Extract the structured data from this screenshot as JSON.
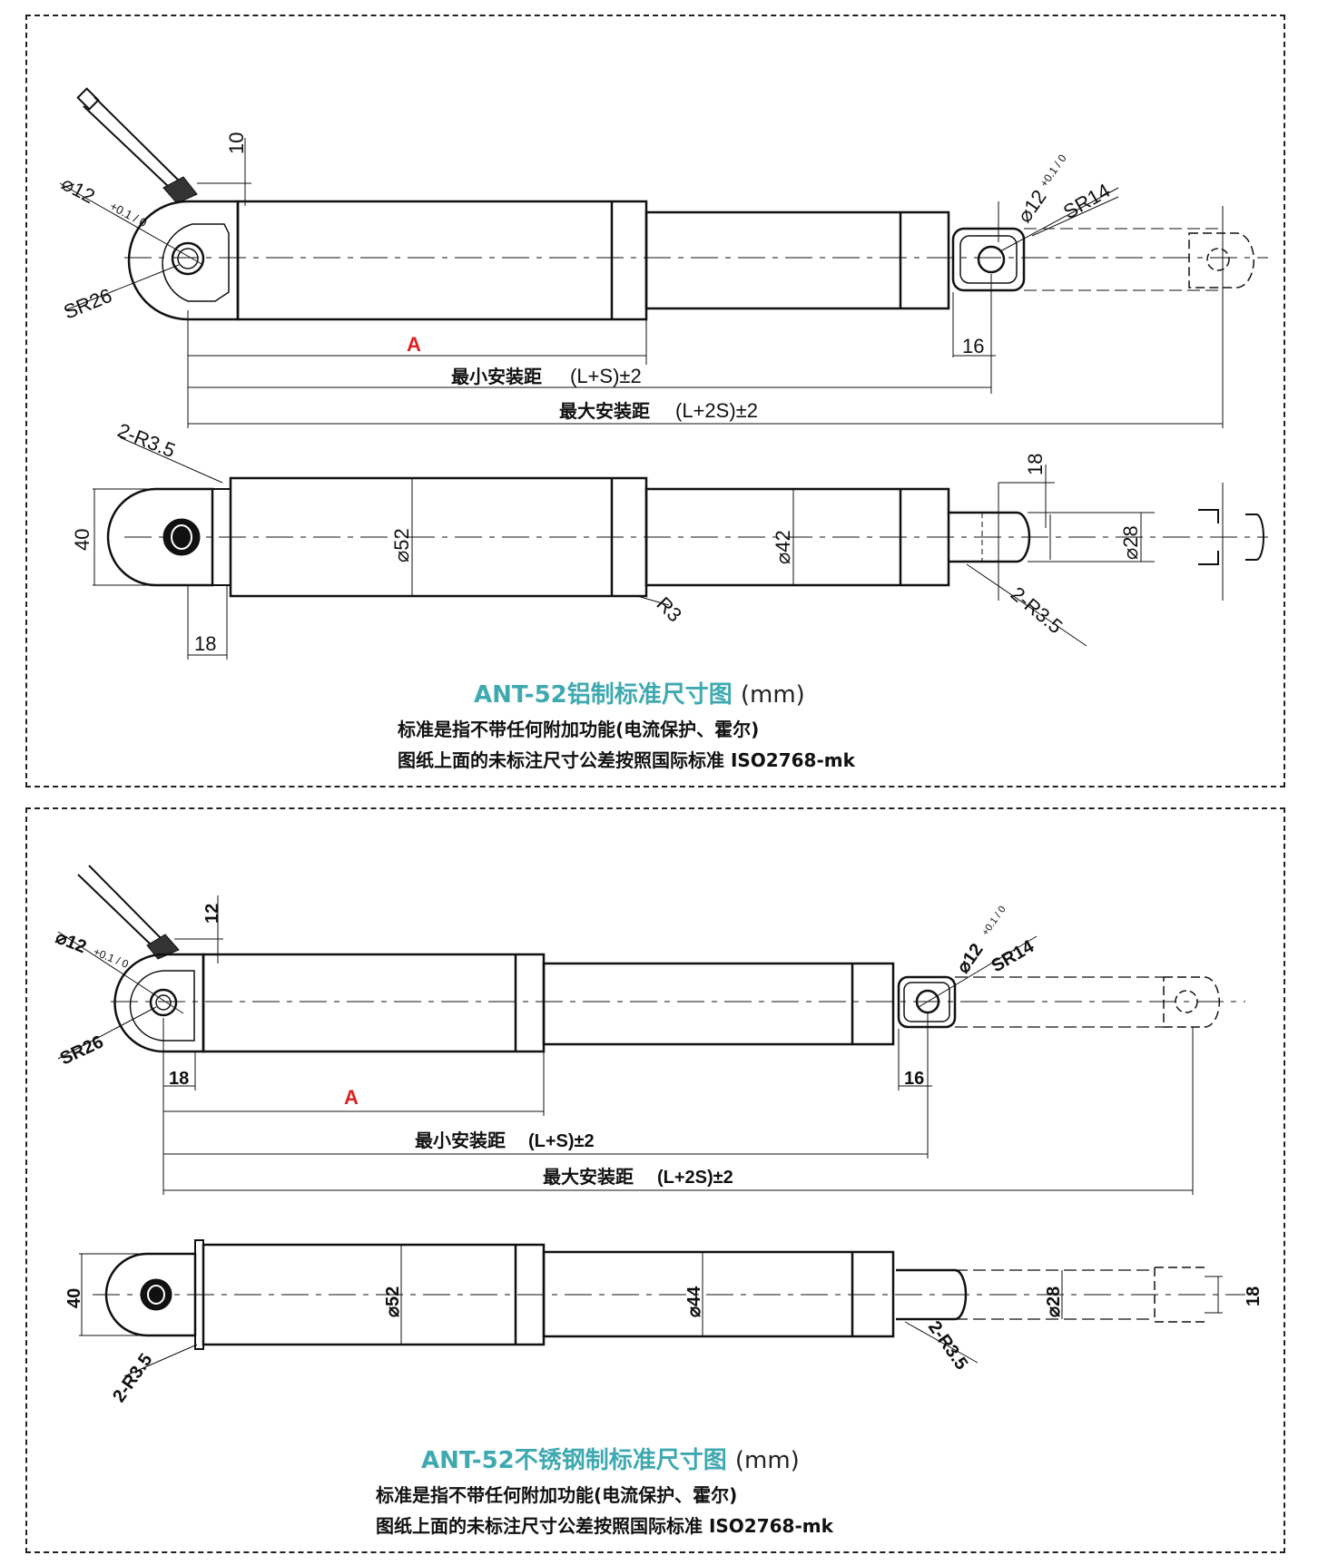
{
  "drawings": [
    {
      "title": "ANT-52铝制标准尺寸图",
      "unit": "(mm)",
      "note1": "标准是指不带任何附加功能(电流保护、霍尔)",
      "note2": "图纸上面的未标注尺寸公差按照国际标准 ISO2768-mk",
      "dims": {
        "a": "A",
        "min_install": "最小安装距",
        "min_formula": "(L+S)±2",
        "max_install": "最大安装距",
        "max_formula": "(L+2S)±2",
        "hole": "⌀12",
        "tol": "+0.1 / 0",
        "sr_rear": "SR26",
        "sr_front": "SR14",
        "d10": "10",
        "d16": "16",
        "d18a": "18",
        "d18b": "18",
        "d40": "40",
        "d52": "⌀52",
        "d42": "⌀42",
        "d28": "⌀28",
        "r35a": "2-R3.5",
        "r35b": "2-R3.5",
        "r3": "R3"
      }
    },
    {
      "title": "ANT-52不锈钢制标准尺寸图",
      "unit": "(mm)",
      "note1": "标准是指不带任何附加功能(电流保护、霍尔)",
      "note2": "图纸上面的未标注尺寸公差按照国际标准 ISO2768-mk",
      "dims": {
        "a": "A",
        "min_install": "最小安装距",
        "min_formula": "(L+S)±2",
        "max_install": "最大安装距",
        "max_formula": "(L+2S)±2",
        "hole": "⌀12",
        "tol": "+0.1 / 0",
        "sr_rear": "SR26",
        "sr_front": "SR14",
        "d12": "12",
        "d16": "16",
        "d18a": "18",
        "d18b": "18",
        "d40": "40",
        "d52": "⌀52",
        "d44": "⌀44",
        "d28": "⌀28",
        "r35a": "2-R3.5",
        "r35b": "2-R3.5"
      }
    }
  ],
  "colors": {
    "title": "#3fa9b0",
    "label_a": "#e02020",
    "line": "#111111"
  }
}
